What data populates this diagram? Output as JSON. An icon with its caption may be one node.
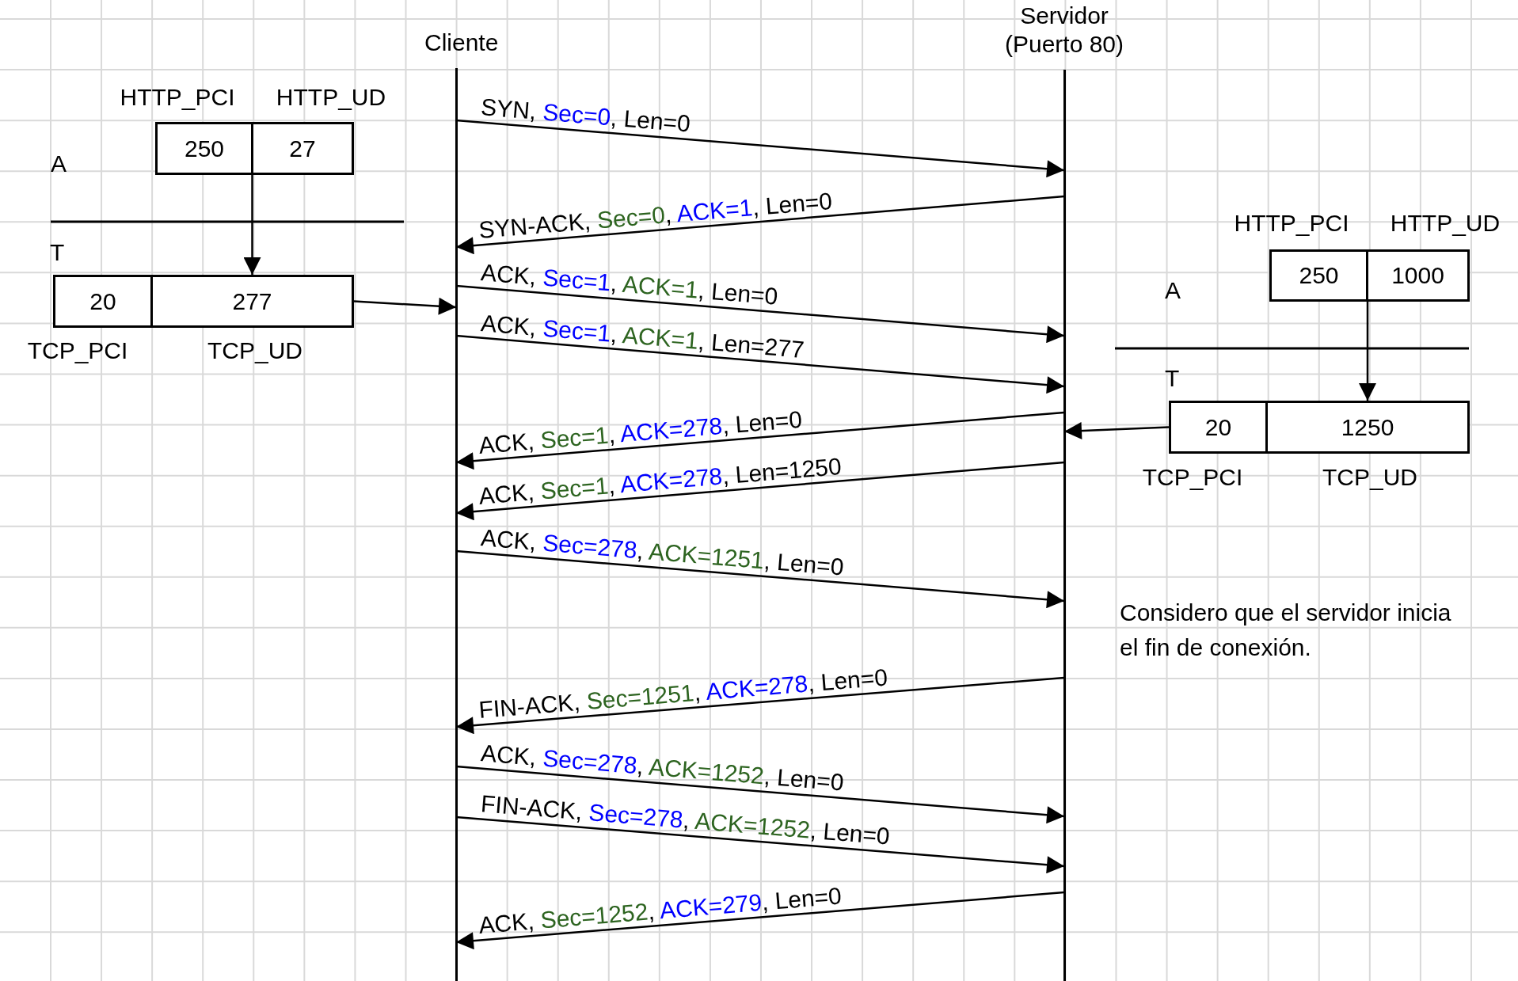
{
  "diagram": {
    "nodes": [
      {
        "text": [
          "Cliente"
        ]
      },
      {
        "text": [
          "Servidor (Puerto 80)"
        ]
      },
      {
        "text": [
          "250"
        ],
        "beside": [
          "HTTP_PCI"
        ]
      },
      {
        "text": [
          "27"
        ],
        "beside": [
          "HTTP_UD"
        ]
      },
      {
        "text": [
          "20"
        ],
        "beside": [
          "TCP_PCI"
        ]
      },
      {
        "text": [
          "277"
        ],
        "beside": [
          "TCP_UD"
        ]
      },
      {
        "text": [
          "250"
        ],
        "beside": [
          "HTTP_PCI"
        ]
      },
      {
        "text": [
          "1000"
        ],
        "beside": [
          "HTTP_UD"
        ]
      },
      {
        "text": [
          "20"
        ],
        "beside": [
          "TCP_PCI"
        ]
      },
      {
        "text": [
          "1250"
        ],
        "beside": [
          "TCP_UD"
        ]
      }
    ],
    "edges": [
      {
        "from": 0,
        "to": 1,
        "arrow": "to",
        "label": "SYN, Sec=0, Len=0"
      },
      {
        "from": 1,
        "to": 0,
        "arrow": "to",
        "label": "SYN-ACK, Sec=0, ACK=1, Len=0"
      },
      {
        "from": 0,
        "to": 1,
        "arrow": "to",
        "label": "ACK, Sec=1, ACK=1, Len=0"
      },
      {
        "from": 0,
        "to": 1,
        "arrow": "to",
        "label": "ACK, Sec=1, ACK=1, Len=277"
      },
      {
        "from": 1,
        "to": 0,
        "arrow": "to",
        "label": "ACK, Sec=1, ACK=278, Len=0"
      },
      {
        "from": 1,
        "to": 0,
        "arrow": "to",
        "label": "ACK, Sec=1, ACK=278, Len=1250"
      },
      {
        "from": 0,
        "to": 1,
        "arrow": "to",
        "label": "ACK, Sec=278, ACK=1251, Len=0"
      },
      {
        "from": 1,
        "to": 0,
        "arrow": "to",
        "label": "FIN-ACK, Sec=1251, ACK=278, Len=0"
      },
      {
        "from": 0,
        "to": 1,
        "arrow": "to",
        "label": "ACK, Sec=278, ACK=1252, Len=0"
      },
      {
        "from": 0,
        "to": 1,
        "arrow": "to",
        "label": "FIN-ACK, Sec=278, ACK=1252, Len=0"
      },
      {
        "from": 1,
        "to": 0,
        "arrow": "to",
        "label": "ACK, Sec=1252, ACK=279, Len=0"
      },
      {
        "from": 3,
        "to": 5,
        "arrow": "to"
      },
      {
        "from": 5,
        "to": 0,
        "arrow": "to"
      },
      {
        "from": 7,
        "to": 9,
        "arrow": "to"
      },
      {
        "from": 8,
        "to": 1,
        "arrow": "to"
      }
    ],
    "labels": [
      "A",
      "T",
      "A",
      "T",
      "Considero que el servidor inicia el fin de conexión."
    ]
  }
}
